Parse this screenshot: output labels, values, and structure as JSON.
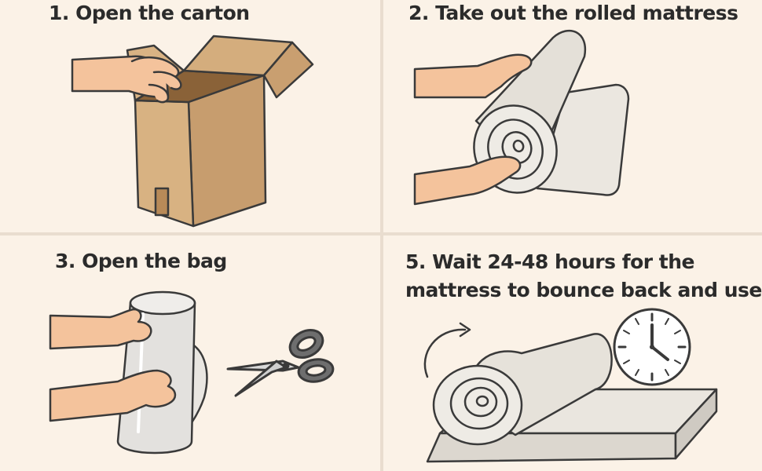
{
  "steps": [
    {
      "title": "1. Open the carton"
    },
    {
      "title": "2. Take out the rolled mattress"
    },
    {
      "title": "3. Open the bag"
    },
    {
      "title": "5. Wait 24-48 hours for the",
      "title_line2": "mattress to bounce back and use"
    }
  ],
  "colors": {
    "background": "#fbf2e7",
    "skin": "#f6c9a3",
    "cardboard": "#cfa879",
    "foam": "#e6e2da",
    "outline": "#3a3a3a"
  }
}
